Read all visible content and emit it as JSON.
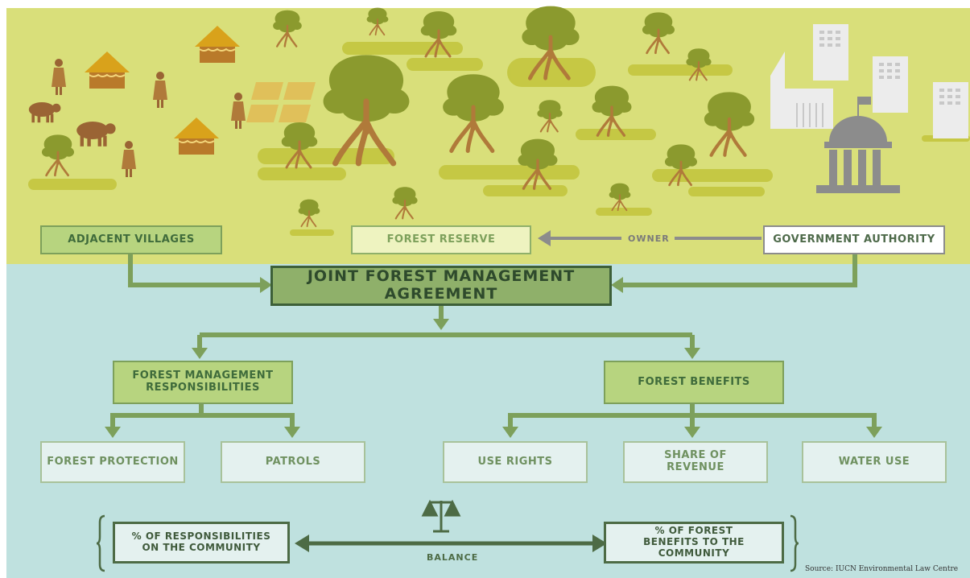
{
  "diagram": {
    "top_row": {
      "villages": "ADJACENT VILLAGES",
      "reserve": "FOREST RESERVE",
      "owner": "OWNER",
      "government": "GOVERNMENT AUTHORITY"
    },
    "agreement": "JOINT FOREST MANAGEMENT AGREEMENT",
    "responsibilities": {
      "title": "FOREST MANAGEMENT RESPONSIBILITIES",
      "children": [
        "FOREST PROTECTION",
        "PATROLS"
      ]
    },
    "benefits": {
      "title": "FOREST BENEFITS",
      "children": [
        "USE RIGHTS",
        "SHARE OF REVENUE",
        "WATER USE"
      ]
    },
    "balance": {
      "left": "% OF RESPONSIBILITIES ON THE COMMUNITY",
      "right": "% OF FOREST BENEFITS TO THE COMMUNITY",
      "label": "BALANCE"
    },
    "source": "Source: IUCN Environmental Law Centre"
  },
  "colors": {
    "land": "#d9df7a",
    "water": "#bfe1df",
    "tree": "#8b9a2e",
    "trunk": "#b07a3a",
    "arrow": "#7da05b",
    "building": "#ececec",
    "govt": "#8c8c8c"
  },
  "icons": [
    "tree-icon",
    "hut-icon",
    "cow-icon",
    "person-icon",
    "office-building-icon",
    "government-building-icon",
    "scale-icon"
  ]
}
